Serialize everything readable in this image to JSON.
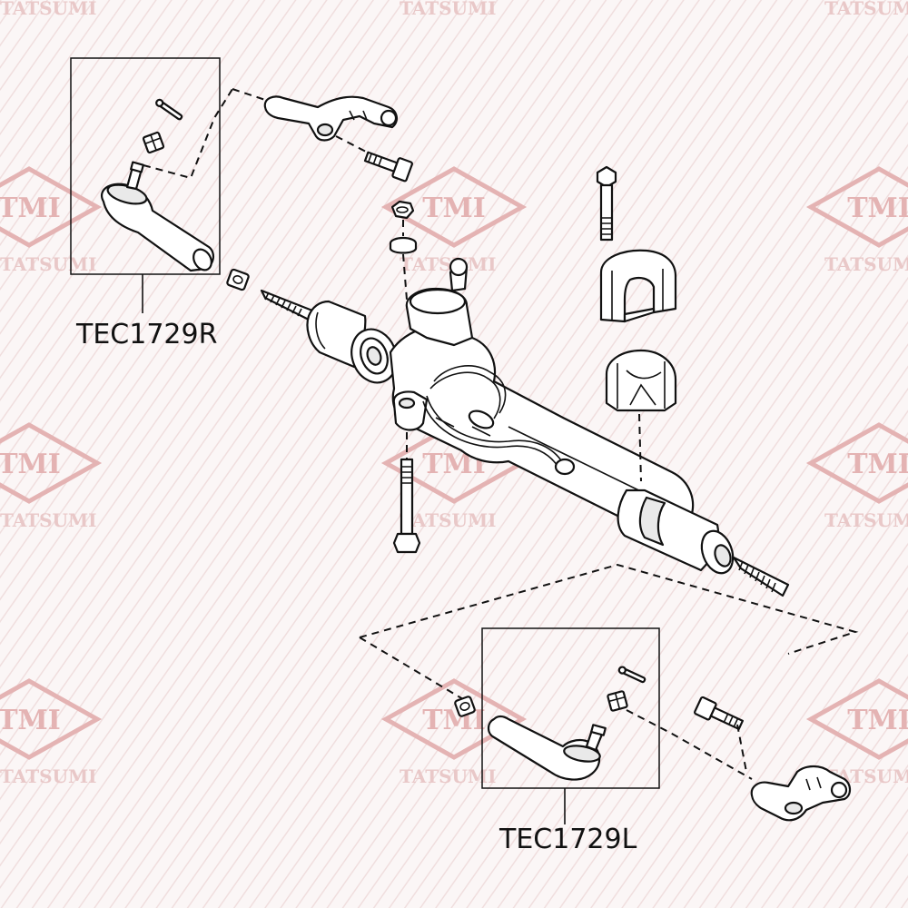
{
  "watermark": {
    "brand_text": "TATSUMI",
    "logo_text": "TMI",
    "logo_color": "#e4b3b3",
    "text_color": "#e9c8c8"
  },
  "callouts": {
    "right_tie_rod_end": "TEC1729R",
    "left_tie_rod_end": "TEC1729L"
  },
  "colors": {
    "line": "#111111",
    "background": "#fbf6f6"
  }
}
